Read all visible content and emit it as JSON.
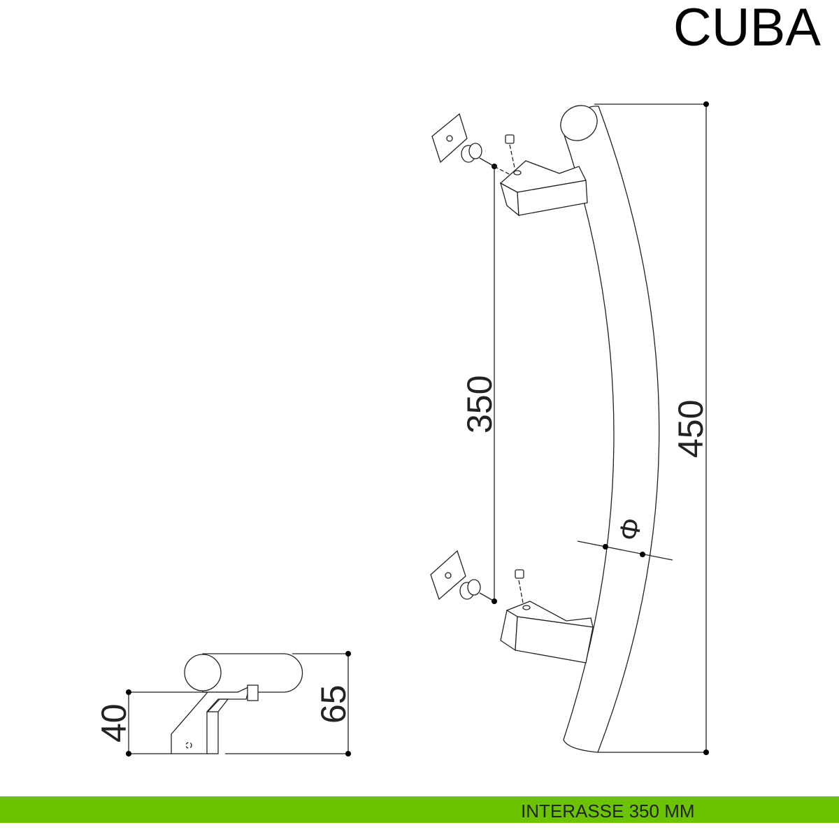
{
  "title": "CUBA",
  "dimensions": {
    "interasse": "350",
    "length": "450",
    "base_height": "40",
    "projection": "65",
    "diameter_symbol": "Φ"
  },
  "footer": {
    "label": "INTERASSE 350 MM",
    "color": "#6cc400"
  }
}
